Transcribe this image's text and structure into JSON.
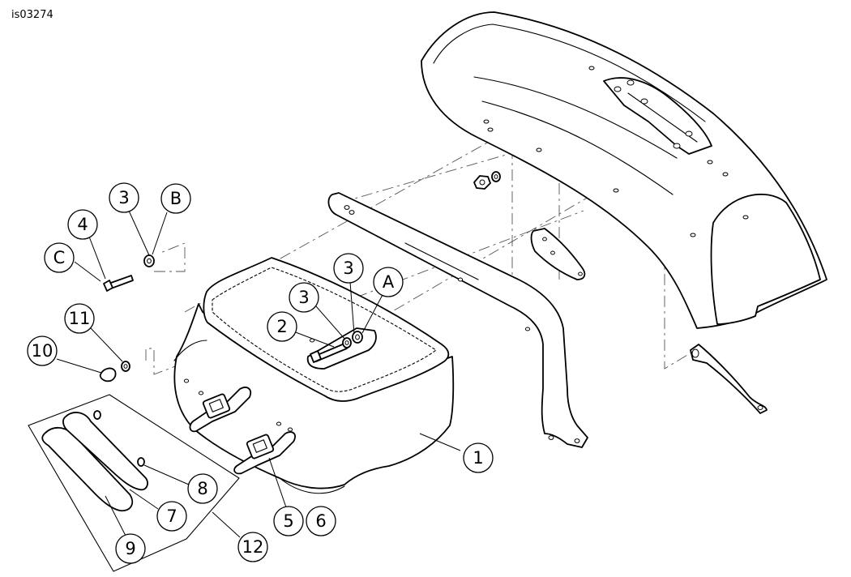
{
  "figure_id": "is03274",
  "callouts": [
    {
      "key": "c1",
      "label": "1"
    },
    {
      "key": "c2",
      "label": "2"
    },
    {
      "key": "c3a",
      "label": "3"
    },
    {
      "key": "c3b",
      "label": "3"
    },
    {
      "key": "c3c",
      "label": "3"
    },
    {
      "key": "c4",
      "label": "4"
    },
    {
      "key": "c5",
      "label": "5"
    },
    {
      "key": "c6",
      "label": "6"
    },
    {
      "key": "c7",
      "label": "7"
    },
    {
      "key": "c8",
      "label": "8"
    },
    {
      "key": "c9",
      "label": "9"
    },
    {
      "key": "c10",
      "label": "10"
    },
    {
      "key": "c11",
      "label": "11"
    },
    {
      "key": "c12",
      "label": "12"
    },
    {
      "key": "cA",
      "label": "A"
    },
    {
      "key": "cB",
      "label": "B"
    },
    {
      "key": "cC",
      "label": "C"
    }
  ]
}
